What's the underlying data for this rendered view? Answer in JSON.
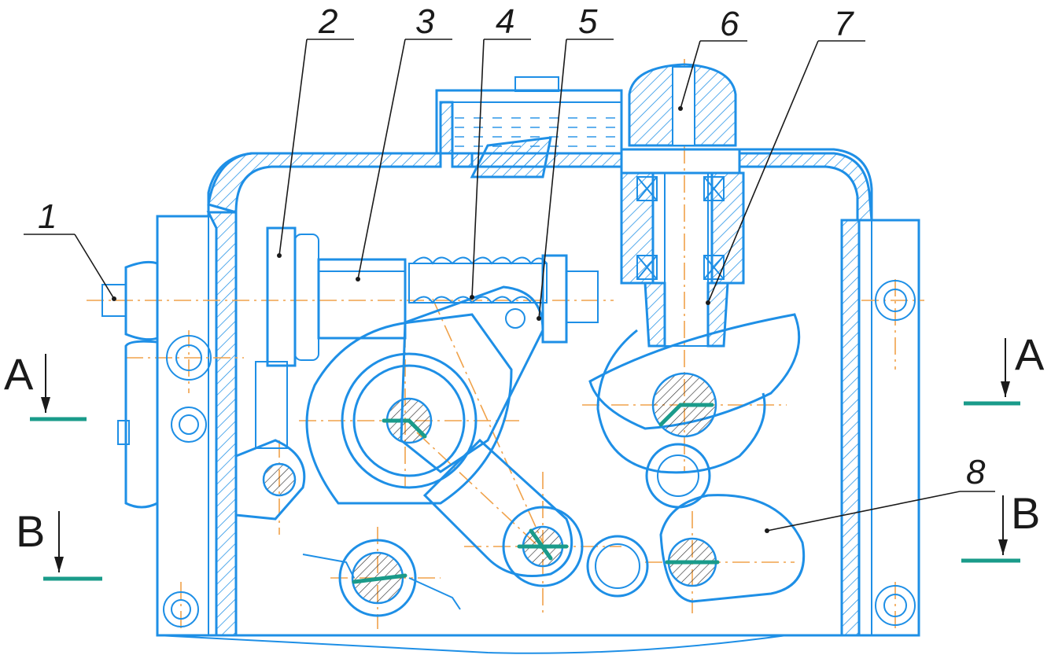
{
  "callouts": [
    "1",
    "2",
    "3",
    "4",
    "5",
    "6",
    "7",
    "8"
  ],
  "sections": {
    "a_left": "A",
    "a_right": "A",
    "b_left": "B",
    "b_right": "B"
  },
  "colors": {
    "outline": "#1e8fe6",
    "axis": "#f0a24a",
    "section_mark": "#1a9b8a",
    "leader": "#1a1a1a"
  }
}
